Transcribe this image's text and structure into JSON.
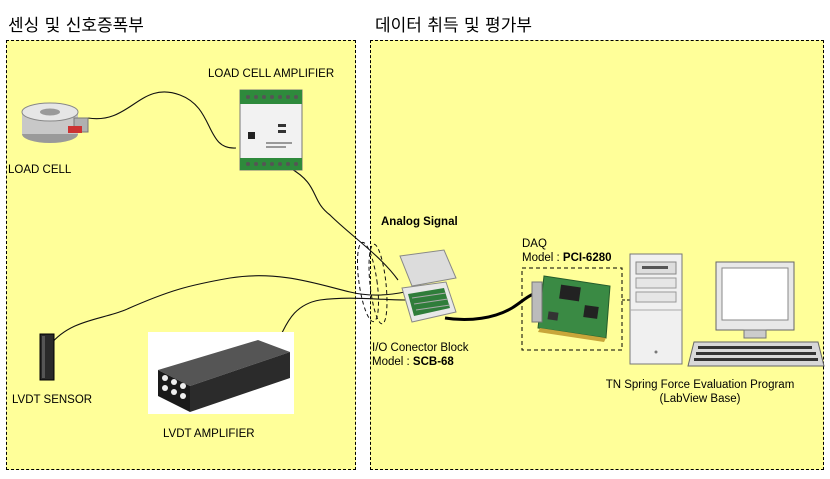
{
  "sections": {
    "left_title": "센싱 및 신호증폭부",
    "right_title": "데이터 취득 및 평가부"
  },
  "components": {
    "load_cell": "LOAD CELL",
    "load_cell_amplifier": "LOAD CELL AMPLIFIER",
    "lvdt_sensor": "LVDT SENSOR",
    "lvdt_amplifier": "LVDT AMPLIFIER",
    "analog_signal": "Analog Signal",
    "io_block_line1": "I/O Conector Block",
    "io_block_model_prefix": "Model : ",
    "io_block_model": "SCB-68",
    "daq_line1": "DAQ",
    "daq_model_prefix": "Model : ",
    "daq_model": "PCI-6280",
    "program_line1": "TN Spring Force Evaluation Program",
    "program_line2": "(LabView Base)"
  },
  "icons": [
    "load-cell-icon",
    "amplifier-module-icon",
    "lvdt-sensor-icon",
    "lvdt-amplifier-icon",
    "connector-block-icon",
    "daq-card-icon",
    "pc-tower-icon",
    "monitor-icon",
    "keyboard-icon"
  ]
}
